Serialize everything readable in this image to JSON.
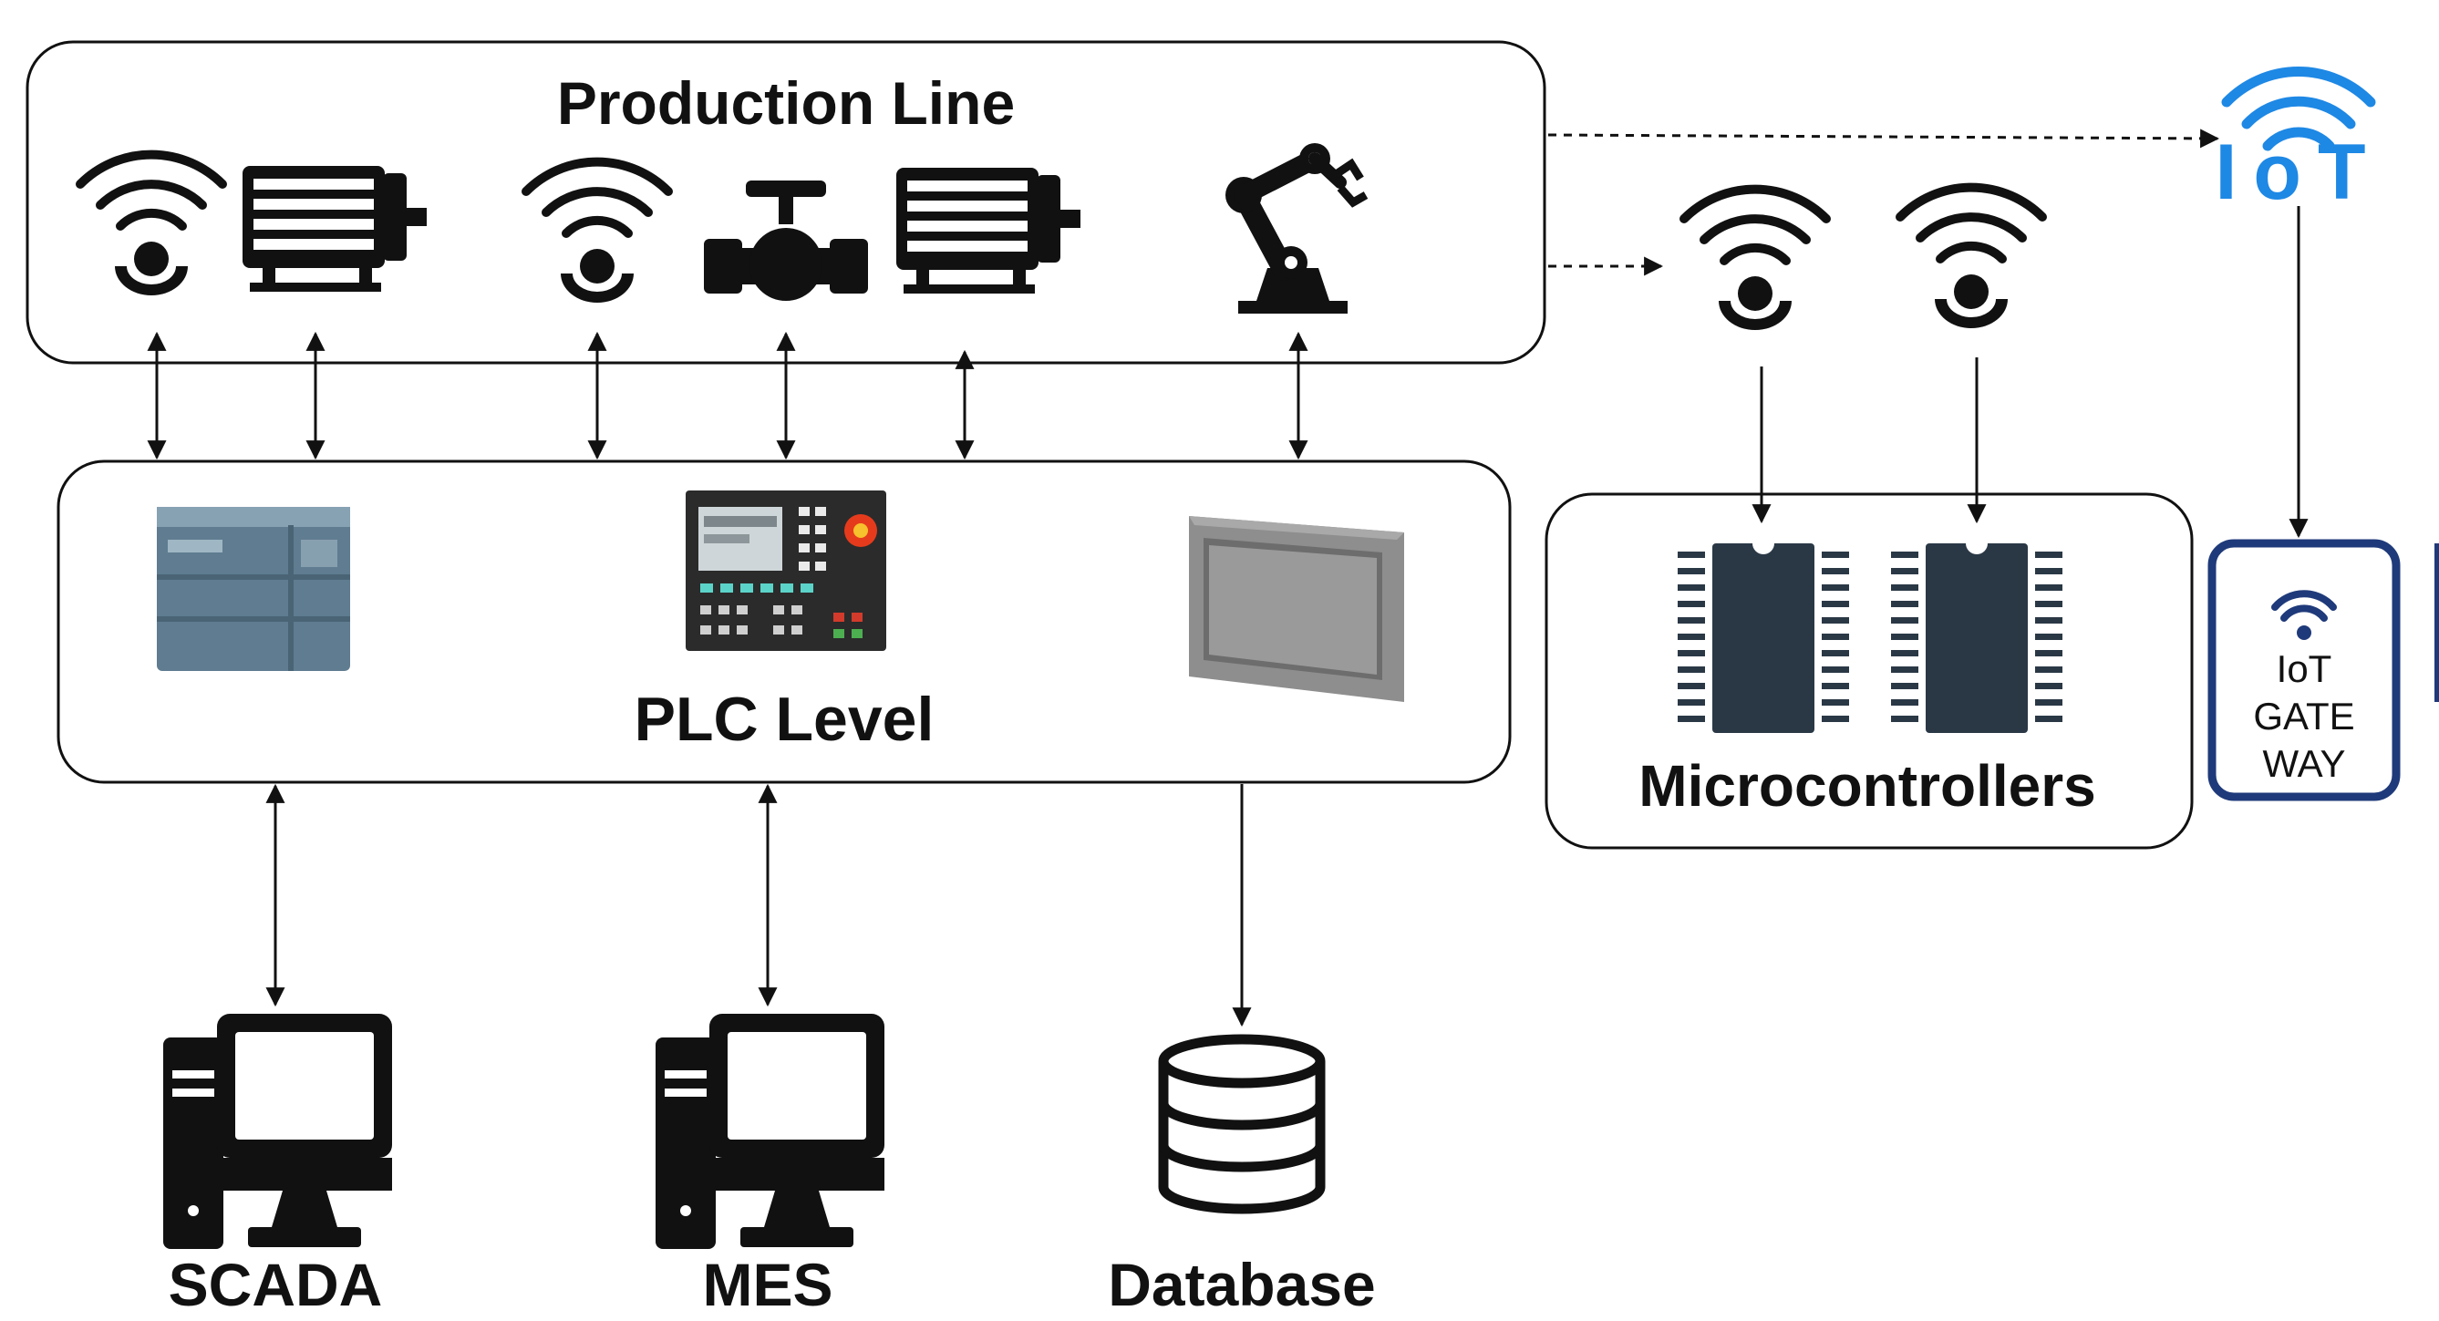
{
  "groups": {
    "production_line": "Production Line",
    "plc_level": "PLC Level",
    "microcontrollers": "Microcontrollers"
  },
  "systems": {
    "scada": "SCADA",
    "mes": "MES",
    "database": "Database"
  },
  "iot": {
    "logo_text": "IoT",
    "gateway_lines": [
      "IoT",
      "GATE",
      "WAY"
    ]
  },
  "colors": {
    "iot_blue": "#1E88E5",
    "gateway_navy": "#1F3A7A",
    "device_dark": "#1d1d1d",
    "plc_gray": "#5f7c90",
    "chip_dark": "#2a3846"
  }
}
